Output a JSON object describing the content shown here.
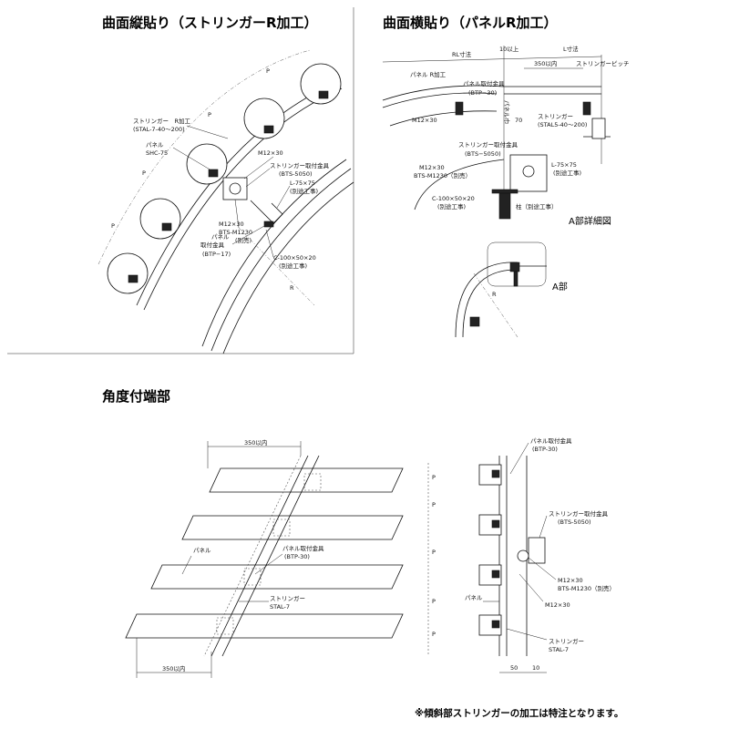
{
  "sections": {
    "vertical_curve": {
      "title": "曲面縦貼り（ストリンガーR加工）",
      "labels": {
        "stringer": "ストリンガー　R加工",
        "stringer_code": "(STAL-7-40〜200)",
        "panel": "パネル",
        "panel_code": "SHC-75",
        "m12": "M12×30",
        "stringer_bracket": "ストリンガー取付金具",
        "stringer_bracket_code": "(BTS-5050)",
        "angle": "L-75×75",
        "angle_note": "(別途工事)",
        "m12_b": "M12×30",
        "bts": "BTS-M1230",
        "bts_note": "(別売)",
        "panel_bracket": "パネル",
        "panel_bracket2": "取付金具",
        "panel_bracket_code": "(BTP−17)",
        "channel": "C-100×50×20",
        "channel_note": "(別途工事)",
        "p": "P",
        "r": "R"
      }
    },
    "horizontal_curve": {
      "title": "曲面横貼り（パネルR加工）",
      "labels": {
        "rl": "RL寸法",
        "ten": "10以上",
        "l": "L寸法",
        "within350": "350以内",
        "stringer_pitch": "ストリンガーピッチ",
        "panel_r": "パネル R加工",
        "panel_bracket": "パネル取付金具",
        "panel_bracket_code": "(BTP−30)",
        "panel_pitch": "パネル巾",
        "m12": "M12×30",
        "seventy": "70",
        "stringer": "ストリンガー",
        "stringer_code": "(STAL5-40〜200)",
        "stringer_bracket": "ストリンガー取付金具",
        "stringer_bracket_code": "(BTS−5050)",
        "m12_b": "M12×30",
        "bts": "BTS-M1230（別売）",
        "angle": "L-75×75",
        "angle_note": "(別途工事)",
        "channel": "C-100×50×20",
        "channel_note": "(別途工事)",
        "column": "柱（別途工事）",
        "detail": "A部詳細図",
        "a_part": "A部",
        "r": "R"
      }
    },
    "angled_end": {
      "title": "角度付端部",
      "labels": {
        "top350": "350以内",
        "bottom350": "350以内",
        "panel": "パネル",
        "panel_bracket": "パネル取付金具",
        "panel_bracket_code": "(BTP-30)",
        "stringer": "ストリンガー",
        "stringer_code": "STAL-7",
        "r_panel_bracket": "パネル取付金具",
        "r_panel_bracket_code": "(BTP-30)",
        "r_stringer_bracket": "ストリンガー取付金具",
        "r_stringer_bracket_code": "(BTS-5050)",
        "r_m12": "M12×30",
        "r_bts": "BTS-M1230（別売）",
        "r_m12_b": "M12×30",
        "r_panel": "パネル",
        "r_stringer": "ストリンガー",
        "r_stringer_code": "STAL-7",
        "dim50": "50",
        "dim10": "10",
        "p": "P"
      }
    }
  },
  "footer_note": "※傾斜部ストリンガーの加工は特注となります。"
}
